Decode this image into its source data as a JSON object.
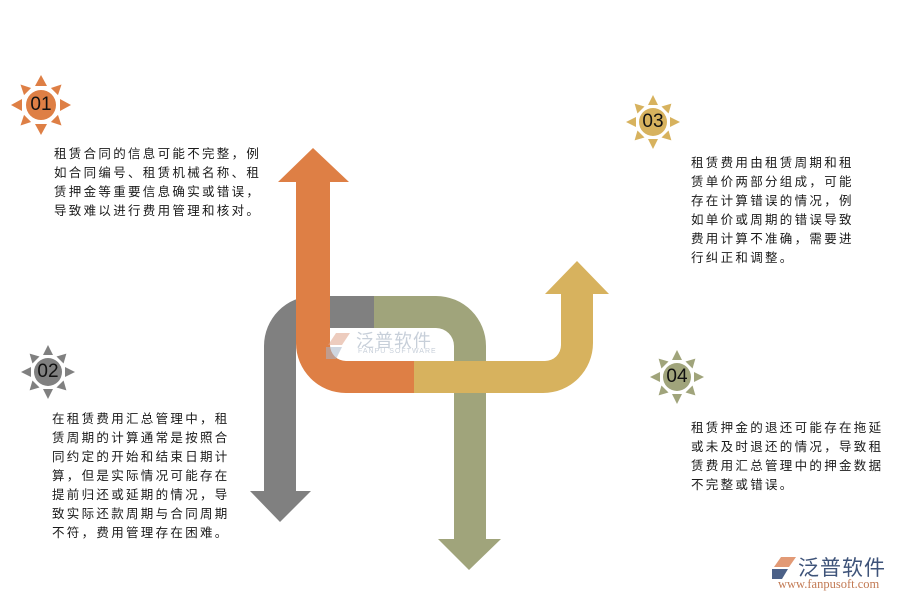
{
  "colors": {
    "orange": "#DE7F45",
    "gray": "#808080",
    "olive": "#A0A47B",
    "gold": "#D7B25E",
    "text": "#1a1a1a"
  },
  "items": [
    {
      "number": "01",
      "color": "#DE7F45",
      "text": "租赁合同的信息可能不完整，例\n如合同编号、租赁机械名称、租\n赁押金等重要信息确实或错误，\n导致难以进行费用管理和核对。"
    },
    {
      "number": "02",
      "color": "#808080",
      "text": "在租赁费用汇总管理中，租\n赁周期的计算通常是按照合\n同约定的开始和结束日期计\n算，但是实际情况可能存在\n提前归还或延期的情况，导\n致实际还款周期与合同周期\n不符，费用管理存在困难。"
    },
    {
      "number": "03",
      "color": "#D7B25E",
      "text": "租赁费用由租赁周期和租\n赁单价两部分组成，可能\n存在计算错误的情况，例\n如单价或周期的错误导致\n费用计算不准确，需要进\n行纠正和调整。"
    },
    {
      "number": "04",
      "color": "#A0A47B",
      "text": "租赁押金的退还可能存在拖延\n或未及时退还的情况，导致租\n赁费用汇总管理中的押金数据\n不完整或错误。"
    }
  ],
  "watermark": {
    "cn": "泛普软件",
    "en": "FANPU SOFTWARE"
  },
  "logo": {
    "cn": "泛普软件",
    "url": "www.fanpusoft.com"
  }
}
